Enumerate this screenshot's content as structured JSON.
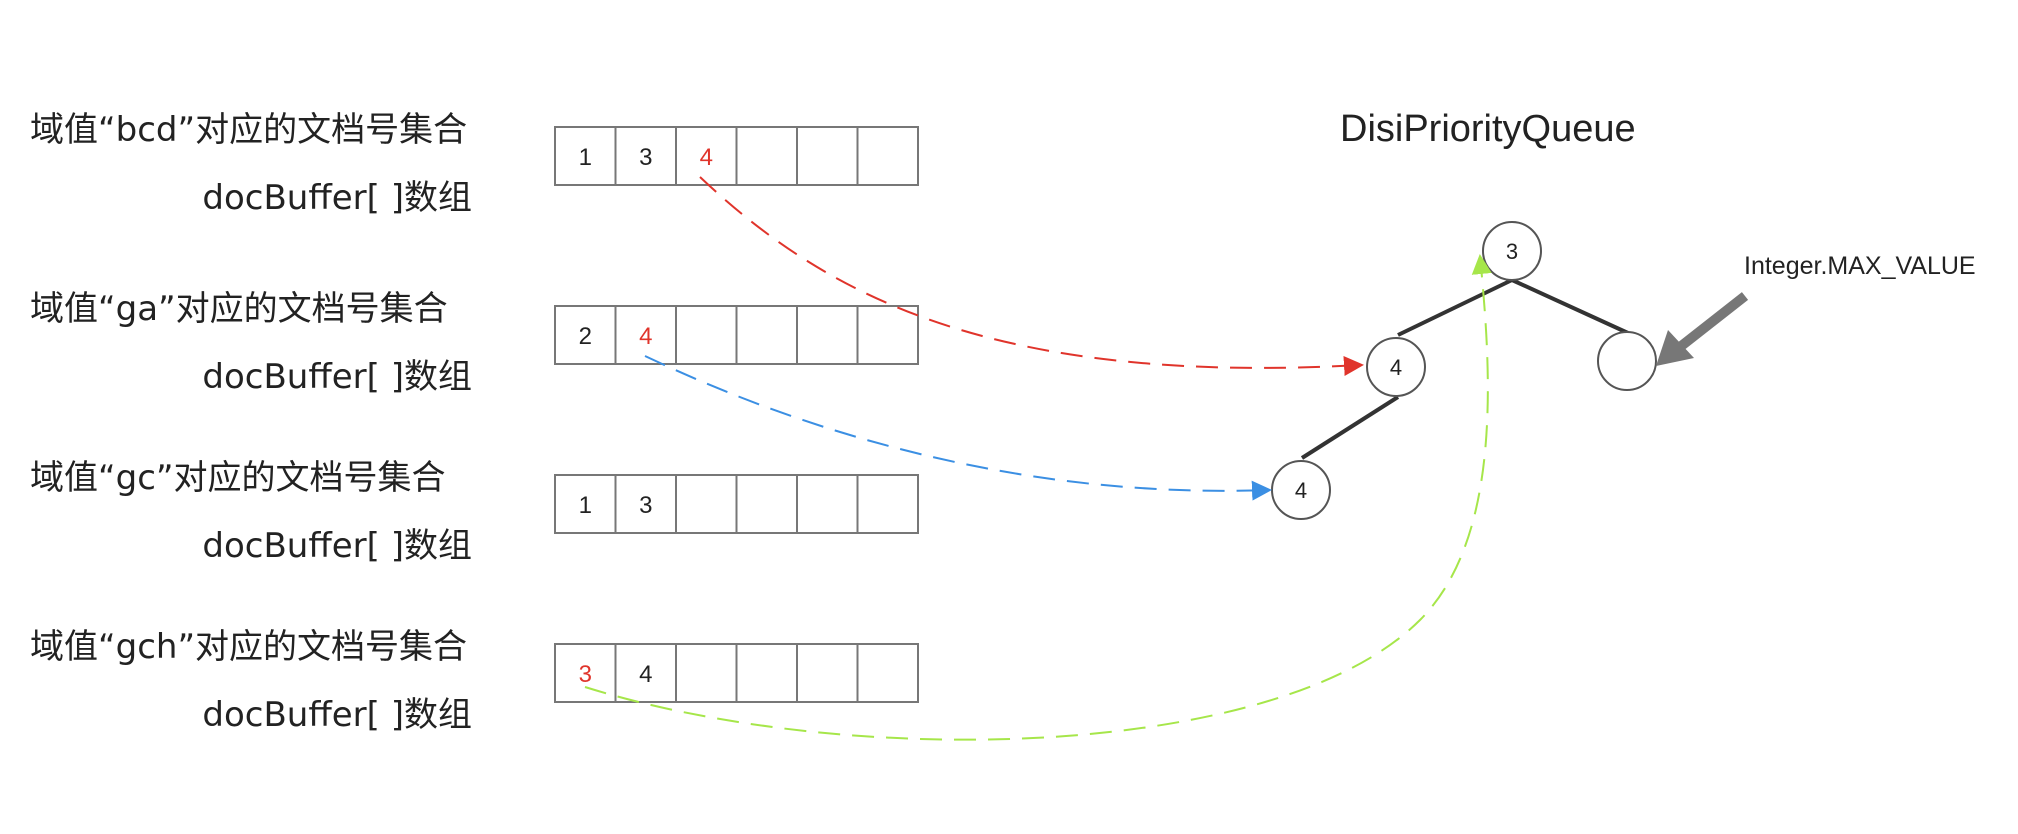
{
  "colors": {
    "red": "#e0342b",
    "blue": "#3b8fe3",
    "green": "#a6e64a",
    "tree": "#333333",
    "arrow": "#777777"
  },
  "sets": [
    {
      "title": "域值“bcd”对应的文档号集合",
      "subtitle": "docBuffer[ ]数组",
      "cells": [
        "1",
        "3",
        "4",
        "",
        "",
        ""
      ],
      "highlight": [
        2
      ]
    },
    {
      "title": "域值“ga”对应的文档号集合",
      "subtitle": "docBuffer[ ]数组",
      "cells": [
        "2",
        "4",
        "",
        "",
        "",
        ""
      ],
      "highlight": [
        1
      ]
    },
    {
      "title": "域值“gc”对应的文档号集合",
      "subtitle": "docBuffer[ ]数组",
      "cells": [
        "1",
        "3",
        "",
        "",
        "",
        ""
      ],
      "highlight": []
    },
    {
      "title": "域值“gch”对应的文档号集合",
      "subtitle": "docBuffer[ ]数组",
      "cells": [
        "3",
        "4",
        "",
        "",
        "",
        ""
      ],
      "highlight": [
        0
      ]
    }
  ],
  "queue": {
    "title": "DisiPriorityQueue",
    "nodes": {
      "root": "3",
      "left": "4",
      "right": "",
      "left_left": "4"
    },
    "sentinel_label": "Integer.MAX_VALUE"
  }
}
